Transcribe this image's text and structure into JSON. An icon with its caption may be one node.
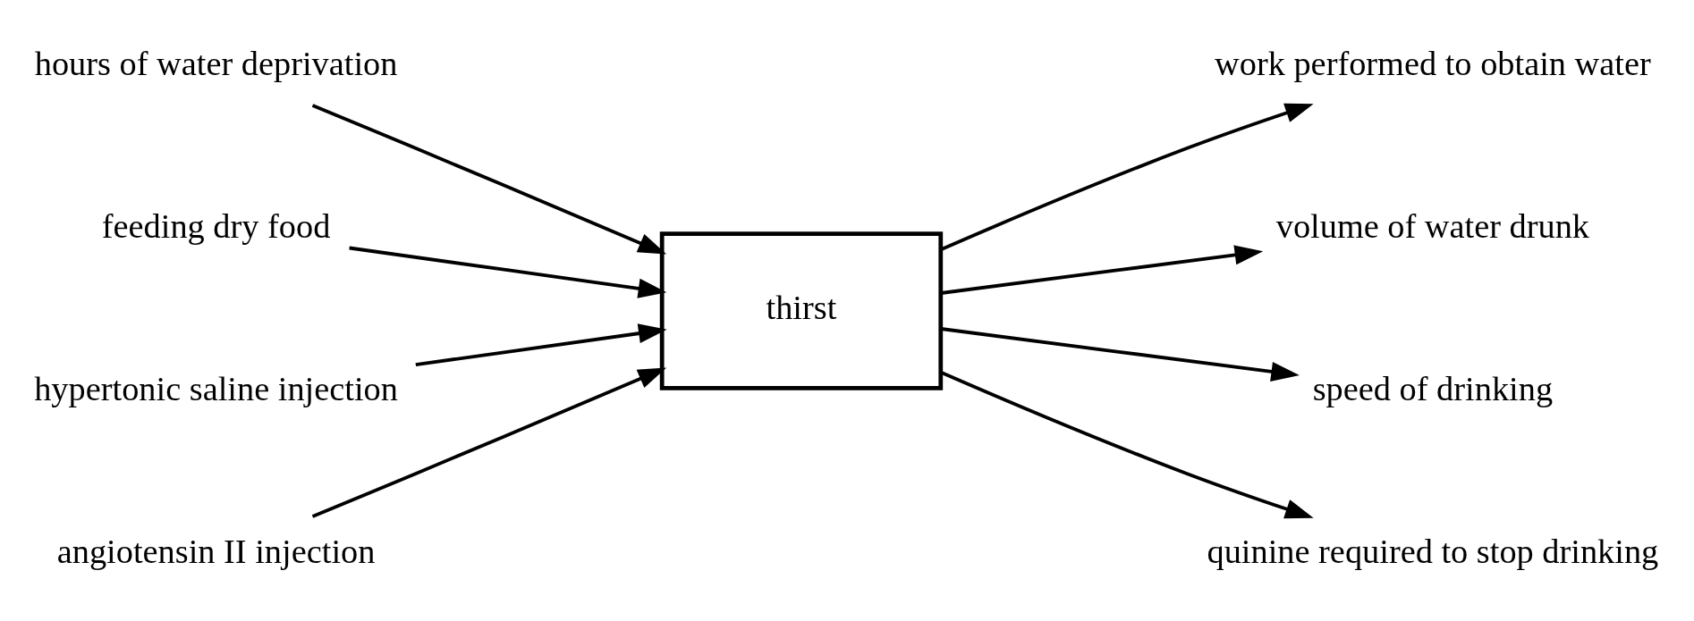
{
  "diagram": {
    "nodes": [
      {
        "text": [
          "hours of water deprivation"
        ]
      },
      {
        "text": [
          "feeding dry food"
        ]
      },
      {
        "text": [
          "hypertonic saline injection"
        ]
      },
      {
        "text": [
          "angiotensin II injection"
        ]
      },
      {
        "text": [
          "thirst"
        ]
      },
      {
        "text": [
          "work performed to obtain water"
        ]
      },
      {
        "text": [
          "volume of water drunk"
        ]
      },
      {
        "text": [
          "speed of drinking"
        ]
      },
      {
        "text": [
          "quinine required to stop drinking"
        ]
      }
    ],
    "edges": [
      {
        "from": 0,
        "to": 4,
        "arrow": "to"
      },
      {
        "from": 1,
        "to": 4,
        "arrow": "to"
      },
      {
        "from": 2,
        "to": 4,
        "arrow": "to"
      },
      {
        "from": 3,
        "to": 4,
        "arrow": "to"
      },
      {
        "from": 4,
        "to": 5,
        "arrow": "to"
      },
      {
        "from": 4,
        "to": 6,
        "arrow": "to"
      },
      {
        "from": 4,
        "to": 7,
        "arrow": "to"
      },
      {
        "from": 4,
        "to": 8,
        "arrow": "to"
      }
    ]
  }
}
